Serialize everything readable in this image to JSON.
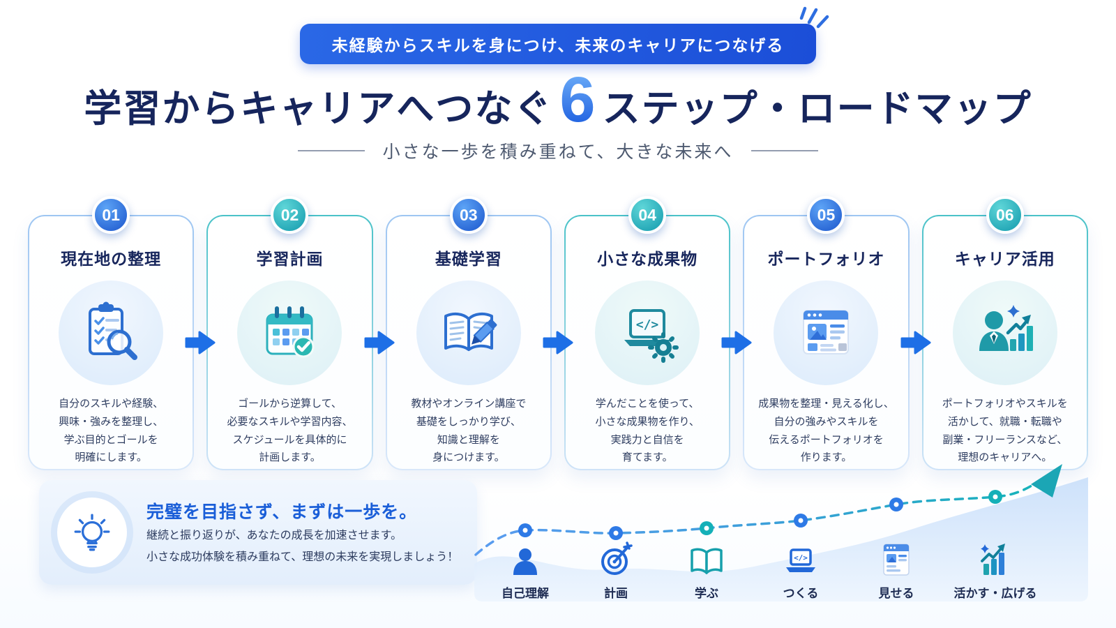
{
  "header": {
    "badge": "未経験からスキルを身につけ、未来のキャリアにつなげる",
    "title_left": "学習からキャリアへつなぐ",
    "title_number": "6",
    "title_right": "ステップ・ロードマップ",
    "subtitle": "小さな一歩を積み重ねて、大きな未来へ"
  },
  "steps": [
    {
      "number": "01",
      "title": "現在地の整理",
      "accent": "blue",
      "icon": "clipboard-magnifier-icon",
      "desc_lines": [
        "自分のスキルや経験、",
        "興味・強みを整理し、",
        "学ぶ目的とゴールを",
        "明確にします。"
      ]
    },
    {
      "number": "02",
      "title": "学習計画",
      "accent": "teal",
      "icon": "calendar-check-icon",
      "desc_lines": [
        "ゴールから逆算して、",
        "必要なスキルや学習内容、",
        "スケジュールを具体的に",
        "計画します。"
      ]
    },
    {
      "number": "03",
      "title": "基礎学習",
      "accent": "blue",
      "icon": "book-pencil-icon",
      "desc_lines": [
        "教材やオンライン講座で",
        "基礎をしっかり学び、",
        "知識と理解を",
        "身につけます。"
      ]
    },
    {
      "number": "04",
      "title": "小さな成果物",
      "accent": "teal",
      "icon": "laptop-code-gear-icon",
      "desc_lines": [
        "学んだことを使って、",
        "小さな成果物を作り、",
        "実践力と自信を",
        "育てます。"
      ]
    },
    {
      "number": "05",
      "title": "ポートフォリオ",
      "accent": "blue",
      "icon": "browser-portfolio-icon",
      "desc_lines": [
        "成果物を整理・見える化し、",
        "自分の強みやスキルを",
        "伝えるポートフォリオを",
        "作ります。"
      ]
    },
    {
      "number": "06",
      "title": "キャリア活用",
      "accent": "teal",
      "icon": "person-growth-chart-icon",
      "desc_lines": [
        "ポートフォリオやスキルを",
        "活かして、就職・転職や",
        "副業・フリーランスなど、",
        "理想のキャリアへ。"
      ]
    }
  ],
  "tip": {
    "icon": "lightbulb-icon",
    "title": "完璧を目指さず、まずは一歩を。",
    "lines": [
      "継続と振り返りが、あなたの成長を加速させます。",
      "小さな成功体験を積み重ねて、理想の未来を実現しましょう！"
    ]
  },
  "journey": {
    "milestones": [
      {
        "label": "自己理解",
        "icon": "person-icon",
        "dot_color": "#2e7ae6"
      },
      {
        "label": "計画",
        "icon": "target-icon",
        "dot_color": "#2e7ae6"
      },
      {
        "label": "学ぶ",
        "icon": "open-book-icon",
        "dot_color": "#14b0b8"
      },
      {
        "label": "つくる",
        "icon": "laptop-code-icon",
        "dot_color": "#2e7ae6"
      },
      {
        "label": "見せる",
        "icon": "browser-icon",
        "dot_color": "#2e7ae6"
      },
      {
        "label": "活かす・広げる",
        "icon": "growth-chart-icon",
        "dot_color": "#14b0b8"
      }
    ]
  },
  "colors": {
    "accent_blue": "#1e63e0",
    "accent_teal": "#17a3ae",
    "title_navy": "#16255c",
    "badge_bg": "#1f5be0",
    "arrow_blue": "#1e6fe6",
    "wave_blue": "#cfe3fa"
  }
}
